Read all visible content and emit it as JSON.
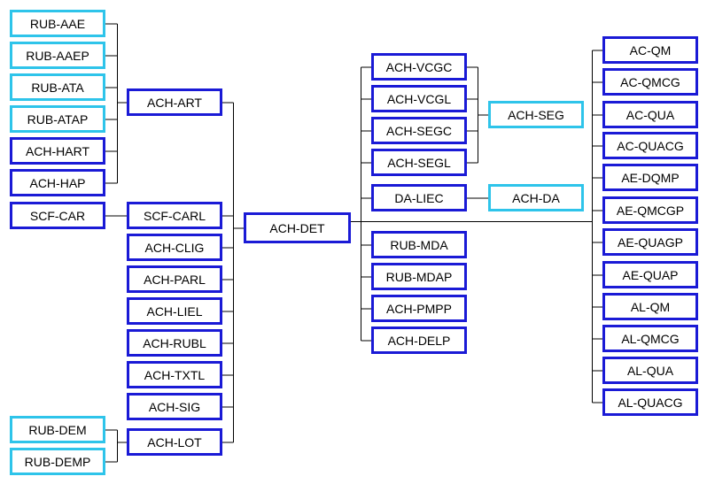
{
  "colors": {
    "dark_border": "#1a1ad6",
    "light_border": "#2ec4ea",
    "line": "#000000",
    "background": "#ffffff"
  },
  "nodes": [
    {
      "id": "rub-aae",
      "label": "RUB-AAE",
      "style": "light"
    },
    {
      "id": "rub-aaep",
      "label": "RUB-AAEP",
      "style": "light"
    },
    {
      "id": "rub-ata",
      "label": "RUB-ATA",
      "style": "light"
    },
    {
      "id": "rub-atap",
      "label": "RUB-ATAP",
      "style": "light"
    },
    {
      "id": "ach-hart",
      "label": "ACH-HART",
      "style": "dark"
    },
    {
      "id": "ach-hap",
      "label": "ACH-HAP",
      "style": "dark"
    },
    {
      "id": "scf-car",
      "label": "SCF-CAR",
      "style": "dark"
    },
    {
      "id": "rub-dem",
      "label": "RUB-DEM",
      "style": "light"
    },
    {
      "id": "rub-demp",
      "label": "RUB-DEMP",
      "style": "light"
    },
    {
      "id": "ach-art",
      "label": "ACH-ART",
      "style": "dark"
    },
    {
      "id": "scf-carl",
      "label": "SCF-CARL",
      "style": "dark"
    },
    {
      "id": "ach-clig",
      "label": "ACH-CLIG",
      "style": "dark"
    },
    {
      "id": "ach-parl",
      "label": "ACH-PARL",
      "style": "dark"
    },
    {
      "id": "ach-liel",
      "label": "ACH-LIEL",
      "style": "dark"
    },
    {
      "id": "ach-rubl",
      "label": "ACH-RUBL",
      "style": "dark"
    },
    {
      "id": "ach-txtl",
      "label": "ACH-TXTL",
      "style": "dark"
    },
    {
      "id": "ach-sig",
      "label": "ACH-SIG",
      "style": "dark"
    },
    {
      "id": "ach-lot",
      "label": "ACH-LOT",
      "style": "dark"
    },
    {
      "id": "ach-det",
      "label": "ACH-DET",
      "style": "dark"
    },
    {
      "id": "ach-vcgc",
      "label": "ACH-VCGC",
      "style": "dark"
    },
    {
      "id": "ach-vcgl",
      "label": "ACH-VCGL",
      "style": "dark"
    },
    {
      "id": "ach-segc",
      "label": "ACH-SEGC",
      "style": "dark"
    },
    {
      "id": "ach-segl",
      "label": "ACH-SEGL",
      "style": "dark"
    },
    {
      "id": "da-liec",
      "label": "DA-LIEC",
      "style": "dark"
    },
    {
      "id": "rub-mda",
      "label": "RUB-MDA",
      "style": "dark"
    },
    {
      "id": "rub-mdap",
      "label": "RUB-MDAP",
      "style": "dark"
    },
    {
      "id": "ach-pmpp",
      "label": "ACH-PMPP",
      "style": "dark"
    },
    {
      "id": "ach-delp",
      "label": "ACH-DELP",
      "style": "dark"
    },
    {
      "id": "ach-seg",
      "label": "ACH-SEG",
      "style": "light"
    },
    {
      "id": "ach-da",
      "label": "ACH-DA",
      "style": "light"
    },
    {
      "id": "ac-qm",
      "label": "AC-QM",
      "style": "dark"
    },
    {
      "id": "ac-qmcg",
      "label": "AC-QMCG",
      "style": "dark"
    },
    {
      "id": "ac-qua",
      "label": "AC-QUA",
      "style": "dark"
    },
    {
      "id": "ac-quacg",
      "label": "AC-QUACG",
      "style": "dark"
    },
    {
      "id": "ae-dqmp",
      "label": "AE-DQMP",
      "style": "dark"
    },
    {
      "id": "ae-qmcgp",
      "label": "AE-QMCGP",
      "style": "dark"
    },
    {
      "id": "ae-quagp",
      "label": "AE-QUAGP",
      "style": "dark"
    },
    {
      "id": "ae-quap",
      "label": "AE-QUAP",
      "style": "dark"
    },
    {
      "id": "al-qm",
      "label": "AL-QM",
      "style": "dark"
    },
    {
      "id": "al-qmcg",
      "label": "AL-QMCG",
      "style": "dark"
    },
    {
      "id": "al-qua",
      "label": "AL-QUA",
      "style": "dark"
    },
    {
      "id": "al-quacg",
      "label": "AL-QUACG",
      "style": "dark"
    }
  ],
  "edges": [
    [
      "rub-aae",
      "ach-art"
    ],
    [
      "rub-aaep",
      "ach-art"
    ],
    [
      "rub-ata",
      "ach-art"
    ],
    [
      "rub-atap",
      "ach-art"
    ],
    [
      "ach-hart",
      "ach-art"
    ],
    [
      "ach-hap",
      "ach-art"
    ],
    [
      "scf-car",
      "scf-carl"
    ],
    [
      "rub-dem",
      "ach-lot"
    ],
    [
      "rub-demp",
      "ach-lot"
    ],
    [
      "ach-art",
      "ach-det"
    ],
    [
      "scf-carl",
      "ach-det"
    ],
    [
      "ach-clig",
      "ach-det"
    ],
    [
      "ach-parl",
      "ach-det"
    ],
    [
      "ach-liel",
      "ach-det"
    ],
    [
      "ach-rubl",
      "ach-det"
    ],
    [
      "ach-txtl",
      "ach-det"
    ],
    [
      "ach-sig",
      "ach-det"
    ],
    [
      "ach-lot",
      "ach-det"
    ],
    [
      "ach-det",
      "ach-vcgc"
    ],
    [
      "ach-det",
      "ach-vcgl"
    ],
    [
      "ach-det",
      "ach-segc"
    ],
    [
      "ach-det",
      "ach-segl"
    ],
    [
      "ach-det",
      "da-liec"
    ],
    [
      "ach-det",
      "rub-mda"
    ],
    [
      "ach-det",
      "rub-mdap"
    ],
    [
      "ach-det",
      "ach-pmpp"
    ],
    [
      "ach-det",
      "ach-delp"
    ],
    [
      "ach-vcgc",
      "ach-seg"
    ],
    [
      "ach-vcgl",
      "ach-seg"
    ],
    [
      "ach-segc",
      "ach-seg"
    ],
    [
      "ach-segl",
      "ach-seg"
    ],
    [
      "da-liec",
      "ach-da"
    ],
    [
      "ach-det",
      "ac-qm"
    ],
    [
      "ach-det",
      "ac-qmcg"
    ],
    [
      "ach-det",
      "ac-qua"
    ],
    [
      "ach-det",
      "ac-quacg"
    ],
    [
      "ach-det",
      "ae-dqmp"
    ],
    [
      "ach-det",
      "ae-qmcgp"
    ],
    [
      "ach-det",
      "ae-quagp"
    ],
    [
      "ach-det",
      "ae-quap"
    ],
    [
      "ach-det",
      "al-qm"
    ],
    [
      "ach-det",
      "al-qmcg"
    ],
    [
      "ach-det",
      "al-qua"
    ],
    [
      "ach-det",
      "al-quacg"
    ]
  ]
}
